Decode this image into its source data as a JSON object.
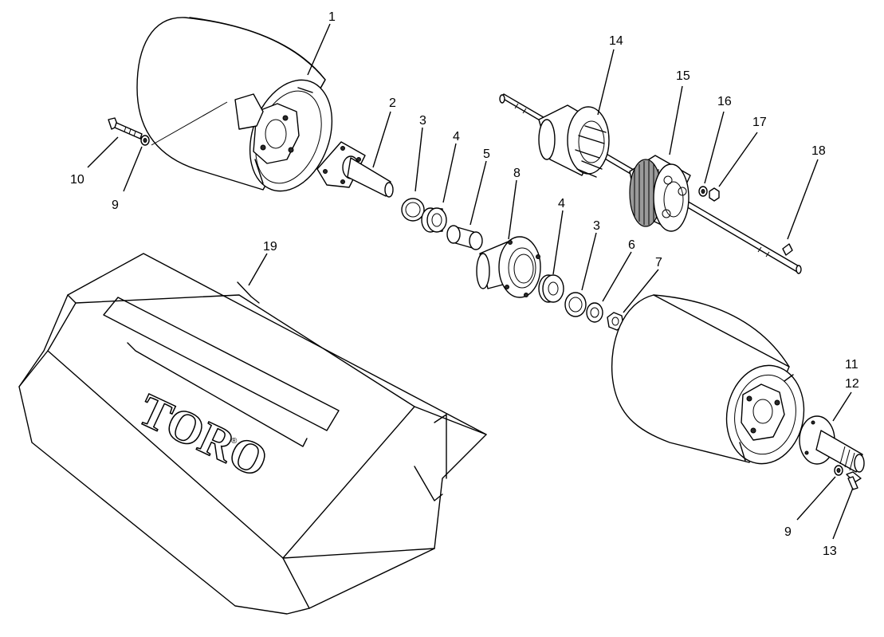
{
  "callouts": {
    "c1": "1",
    "c2": "2",
    "c3a": "3",
    "c4a": "4",
    "c5": "5",
    "c8": "8",
    "c4b": "4",
    "c3b": "3",
    "c6": "6",
    "c7": "7",
    "c9a": "9",
    "c10": "10",
    "c14": "14",
    "c15": "15",
    "c16": "16",
    "c17": "17",
    "c18": "18",
    "c19": "19",
    "c11": "11",
    "c12": "12",
    "c9b": "9",
    "c13": "13"
  },
  "logo": {
    "brand": "TORO",
    "mark": "®"
  }
}
